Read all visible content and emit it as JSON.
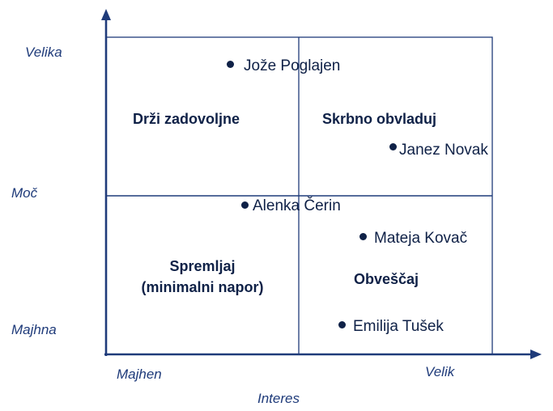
{
  "axes": {
    "y_title": "Moč",
    "y_high": "Velika",
    "y_low": "Majhna",
    "x_title": "Interes",
    "x_low": "Majhen",
    "x_high": "Velik"
  },
  "quadrants": {
    "top_left": "Drži zadovoljne",
    "top_right": "Skrbno obvladuj",
    "bottom_left_line1": "Spremljaj",
    "bottom_left_line2": "(minimalni napor)",
    "bottom_right": "Obveščaj"
  },
  "stakeholders": [
    {
      "name": "Jože Poglajen"
    },
    {
      "name": "Janez Novak"
    },
    {
      "name": "Alenka Čerin"
    },
    {
      "name": "Mateja Kovač"
    },
    {
      "name": "Emilija Tušek"
    }
  ],
  "colors": {
    "axis": "#1f3b7a",
    "text": "#0f2147"
  }
}
